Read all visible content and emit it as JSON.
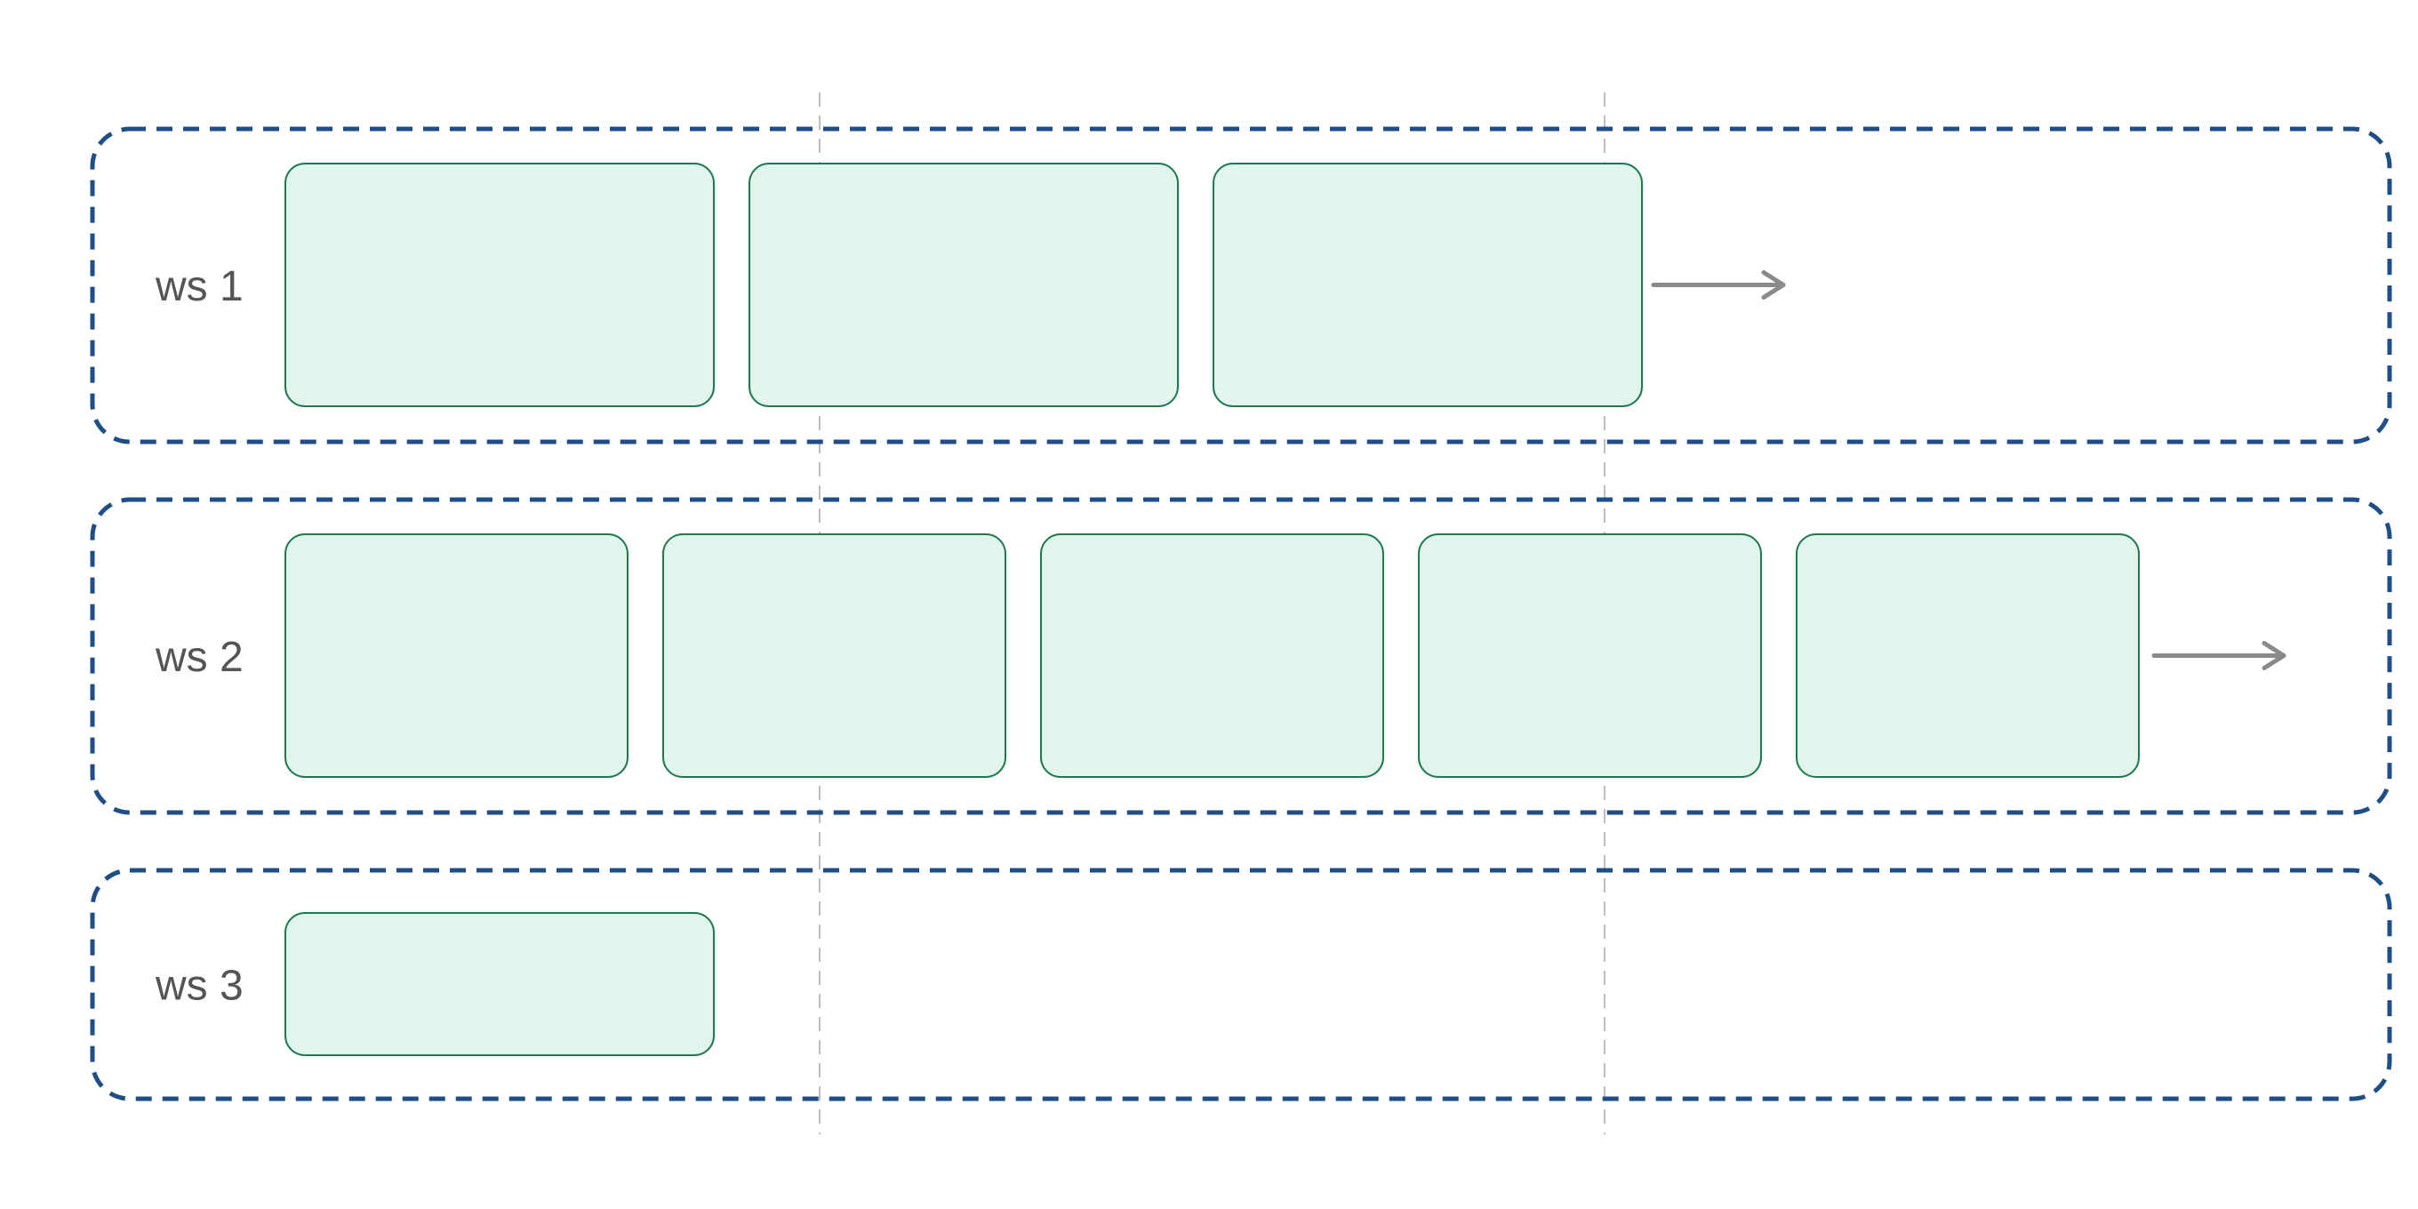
{
  "colors": {
    "workspace_border": "#1f4e86",
    "tile_fill": "#e1f5ee",
    "tile_border": "#1f7a52",
    "guide_line": "#bdbdbd",
    "arrow": "#8a8a8a",
    "label": "#555555"
  },
  "workspaces": [
    {
      "label": "ws 1",
      "tile_count": 3,
      "has_arrow": true
    },
    {
      "label": "ws 2",
      "tile_count": 5,
      "has_arrow": true
    },
    {
      "label": "ws 3",
      "tile_count": 1,
      "has_arrow": false
    }
  ],
  "icons": {
    "arrow": "arrow-right-icon"
  }
}
